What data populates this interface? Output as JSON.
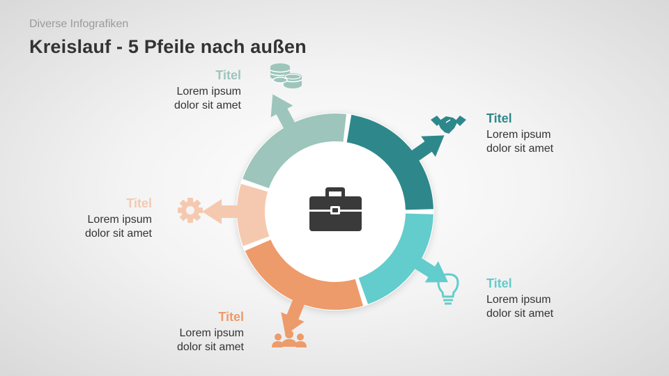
{
  "header": {
    "kicker": "Diverse Infografiken",
    "title": "Kreislauf - 5 Pfeile nach außen"
  },
  "center": {
    "icon": "briefcase-icon"
  },
  "items": [
    {
      "title": "Titel",
      "line1": "Lorem ipsum",
      "line2": "dolor sit amet",
      "color": "#9dc5bb",
      "icon": "coins-icon"
    },
    {
      "title": "Titel",
      "line1": "Lorem ipsum",
      "line2": "dolor sit amet",
      "color": "#2e888b",
      "icon": "handshake-icon"
    },
    {
      "title": "Titel",
      "line1": "Lorem ipsum",
      "line2": "dolor sit amet",
      "color": "#63cccc",
      "icon": "lightbulb-icon"
    },
    {
      "title": "Titel",
      "line1": "Lorem ipsum",
      "line2": "dolor sit amet",
      "color": "#ed9b6a",
      "icon": "people-icon"
    },
    {
      "title": "Titel",
      "line1": "Lorem ipsum",
      "line2": "dolor sit amet",
      "color": "#f5c9b0",
      "icon": "gear-icon"
    }
  ]
}
